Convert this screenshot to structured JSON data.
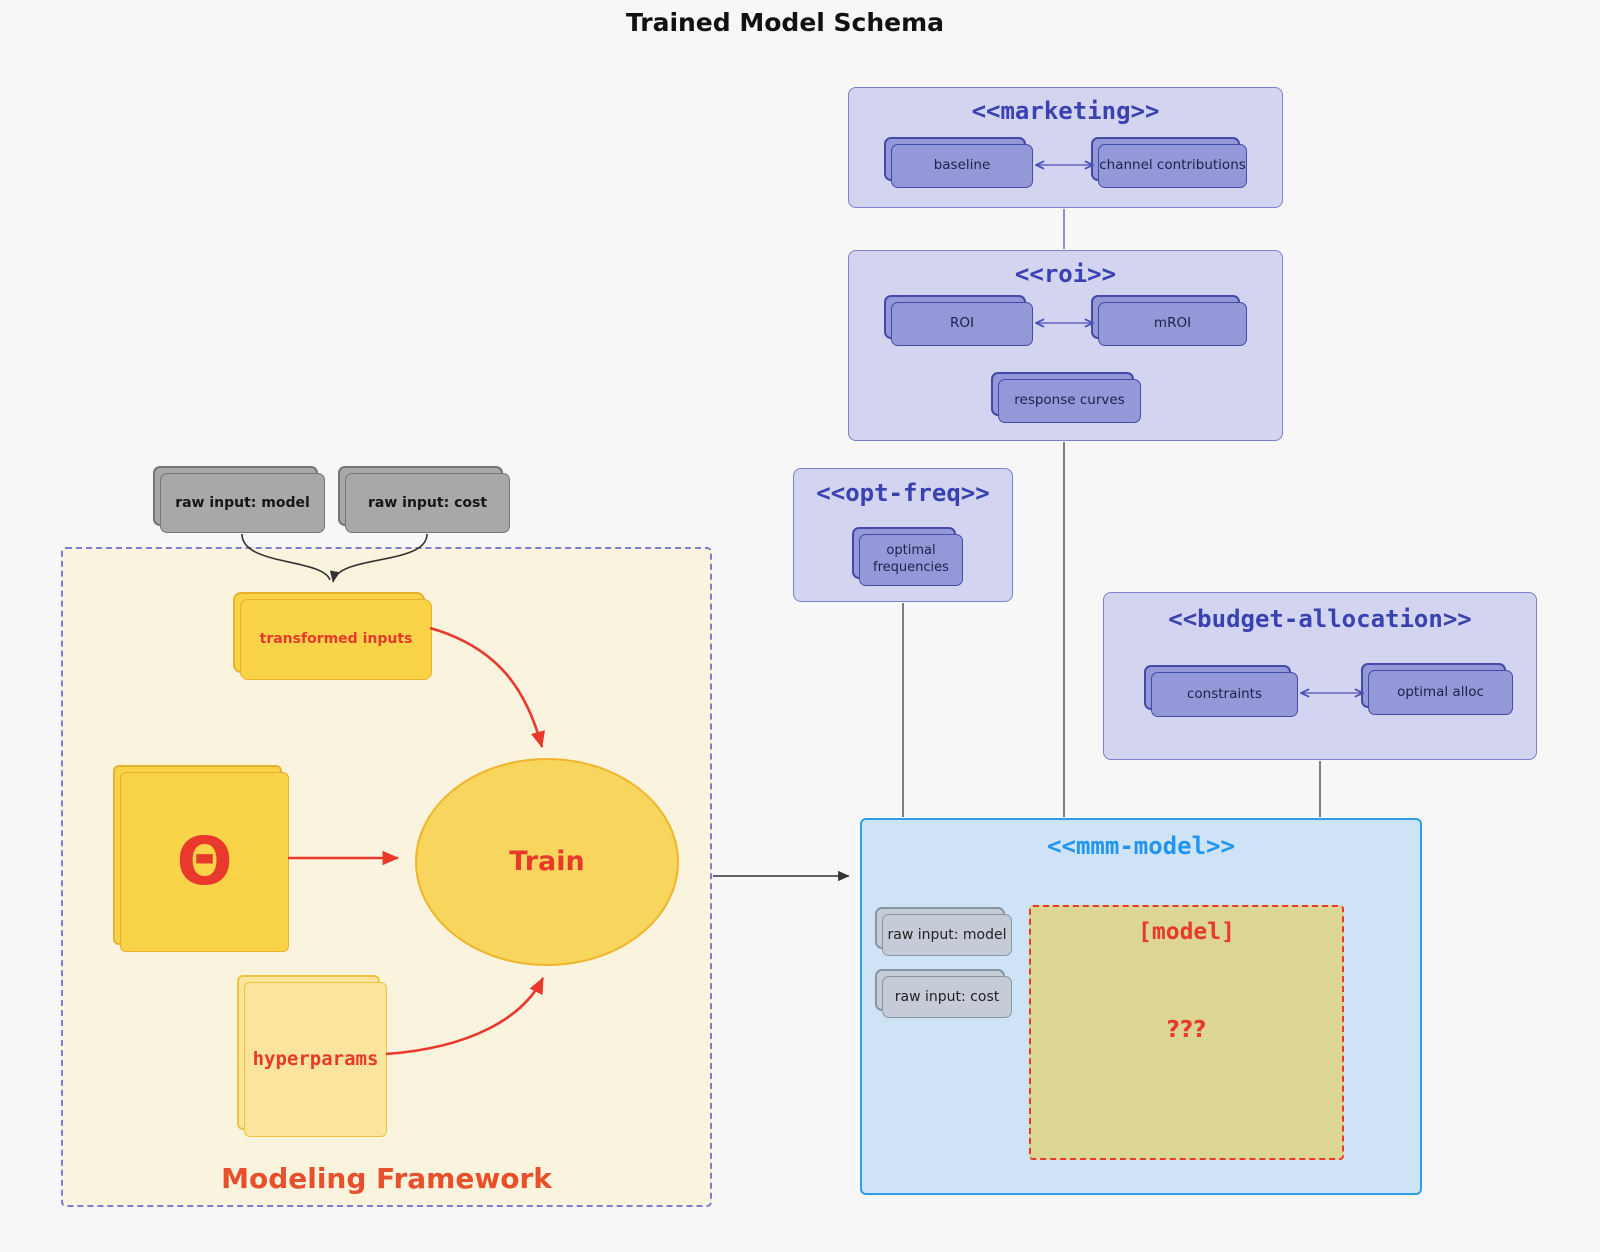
{
  "title": "Trained Model Schema",
  "colors": {
    "background": "#f7f7f8",
    "cluster_lavender_fill": "#d3d5f0",
    "cluster_lavender_border": "#7b80cf",
    "cluster_title_indigo": "#3a41b0",
    "node_purple_fill": "#9598d8",
    "node_purple_border": "#434aa8",
    "node_text_dark": "#1d2049",
    "gray_node_fill": "#a8a8a8",
    "gray_node_border": "#757575",
    "mmm_fill": "#cfe3f6",
    "mmm_border": "#2e9fe6",
    "mmm_title_blue": "#2196f0",
    "bluegray_fill": "#c5ccd8",
    "bluegray_border": "#8a95a3",
    "khaki_fill": "#dcd694",
    "red": "#e8392c",
    "orange_red": "#e8502b",
    "yellow_fill": "#f9d449",
    "yellow_border": "#eaaf2e",
    "lightyellow_fill": "#fbe49b",
    "lightyellow_border": "#f0c43e",
    "framework_fill": "#faf3dd",
    "framework_border": "#7a7fd2",
    "wire_gray": "#55565c",
    "wire_black": "#333333",
    "wire_purple": "#6d71c4",
    "rel_arrow_purple": "#4a50b5"
  },
  "inputs": {
    "raw_model": "raw input: model",
    "raw_cost": "raw input: cost"
  },
  "framework": {
    "label": "Modeling Framework",
    "transformed": "transformed inputs",
    "theta": "Θ",
    "train": "Train",
    "hyperparams": "hyperparams"
  },
  "clusters": {
    "marketing": {
      "title": "<<marketing>>",
      "baseline": "baseline",
      "channel": "channel contributions"
    },
    "roi": {
      "title": "<<roi>>",
      "roi": "ROI",
      "mroi": "mROI",
      "response": "response curves"
    },
    "opt_freq": {
      "title": "<<opt-freq>>",
      "optimal": "optimal frequencies"
    },
    "budget": {
      "title": "<<budget-allocation>>",
      "constraints": "constraints",
      "alloc": "optimal alloc"
    },
    "mmm": {
      "title": "<<mmm-model>>",
      "raw_model": "raw input: model",
      "raw_cost": "raw input: cost",
      "model": "[model]",
      "unknown": "???"
    }
  }
}
